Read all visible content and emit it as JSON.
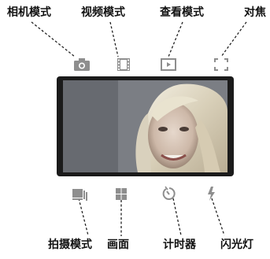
{
  "labels": {
    "camera_mode": "相机模式",
    "video_mode": "视频模式",
    "view_mode": "查看模式",
    "focus": "对焦",
    "shooting_mode": "拍摄模式",
    "picture": "画面",
    "timer": "计时器",
    "flash": "闪光灯"
  },
  "icons": {
    "top": [
      "camera-icon",
      "film-icon",
      "play-icon",
      "focus-frame-icon"
    ],
    "bottom": [
      "stack-icon",
      "grid-icon",
      "timer-icon",
      "flash-icon"
    ]
  },
  "colors": {
    "icon": "#8e8e8e",
    "screen_border": "#1b1b1b",
    "text": "#111111"
  }
}
